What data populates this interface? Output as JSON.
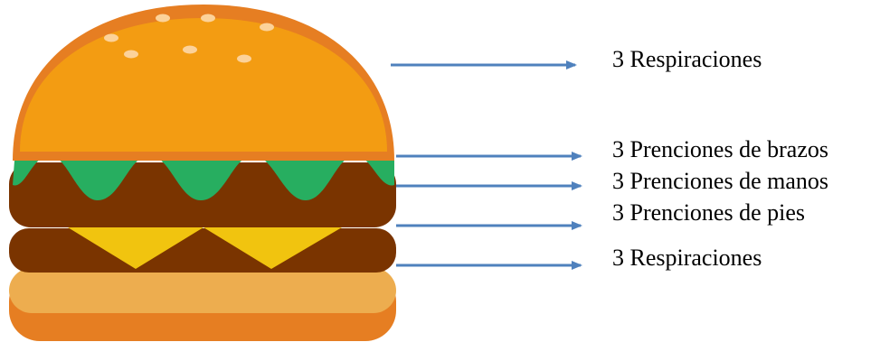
{
  "labels": [
    {
      "text": "3 Respiraciones"
    },
    {
      "text": "3 Prenciones de brazos"
    },
    {
      "text": "3 Prenciones de manos"
    },
    {
      "text": "3 Prenciones de pies"
    },
    {
      "text": "3 Respiraciones"
    }
  ],
  "colors": {
    "bun_top": "#F39C12",
    "bun_edge": "#E67E22",
    "sesame": "#FCD29A",
    "lettuce": "#27AE60",
    "patty": "#7A3400",
    "cheese": "#F1C40F",
    "bun_bottom_light": "#EDAD4F",
    "bun_bottom": "#E67E22",
    "arrow": "#4F81BD"
  },
  "icons": {
    "illustration": "hamburger-icon",
    "arrow": "arrow-right-icon"
  }
}
